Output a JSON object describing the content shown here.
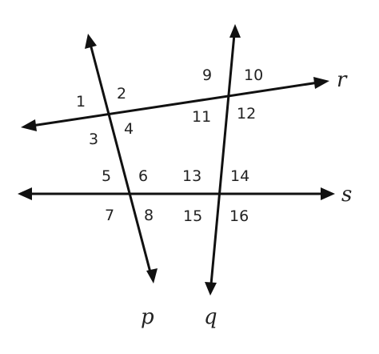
{
  "lines": {
    "p": "p",
    "q": "q",
    "r": "r",
    "s": "s"
  },
  "angles": [
    "1",
    "2",
    "3",
    "4",
    "5",
    "6",
    "7",
    "8",
    "9",
    "10",
    "11",
    "12",
    "13",
    "14",
    "15",
    "16"
  ]
}
